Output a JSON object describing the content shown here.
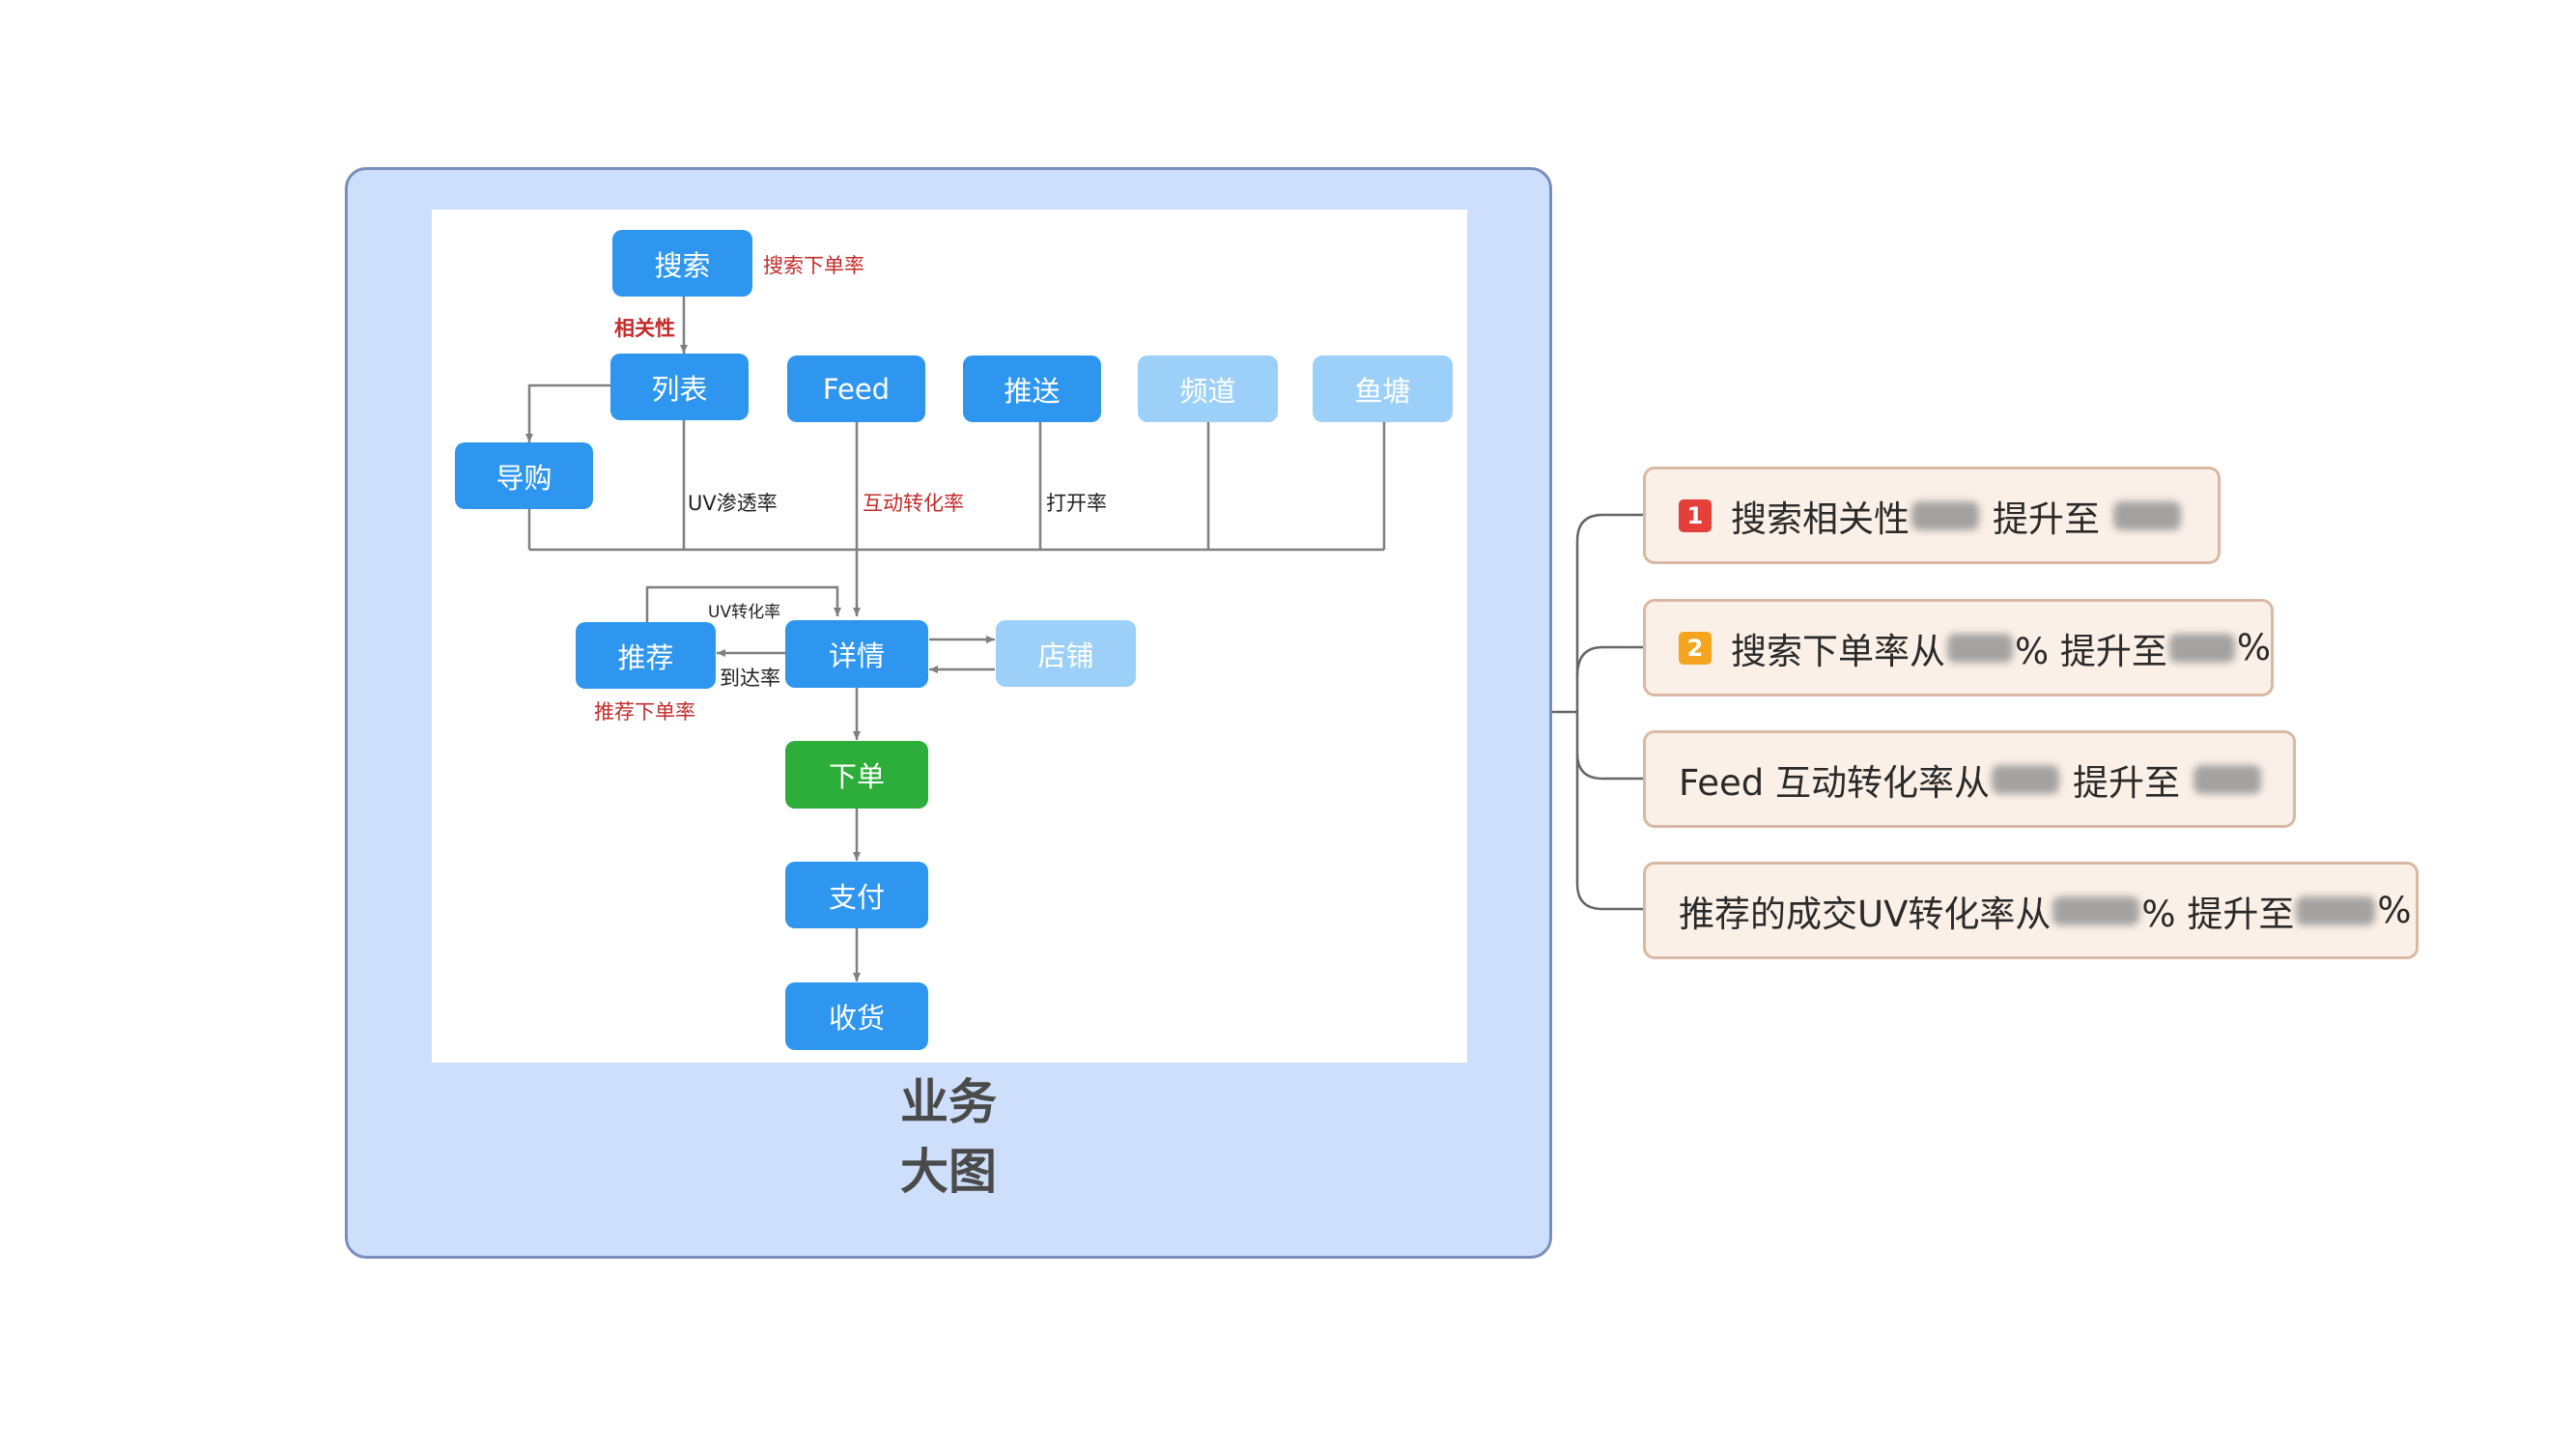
{
  "colors": {
    "card_fill": "#cddffb",
    "card_border": "#7a8ebd",
    "node_blue": "#2f96f0",
    "node_light": "#9dd0f9",
    "node_green": "#2dad3a",
    "label_red": "#c42b2b",
    "topic_fill": "#fbf0e8",
    "topic_border": "#d9b9a3",
    "connector": "#7f7f7f"
  },
  "central": {
    "title_line1": "业务",
    "title_line2": "大图"
  },
  "nodes": {
    "search": "搜索",
    "list": "列表",
    "feed": "Feed",
    "push": "推送",
    "channel": "频道",
    "fishpond": "鱼塘",
    "guide": "导购",
    "recommend": "推荐",
    "detail": "详情",
    "shop": "店铺",
    "order": "下单",
    "pay": "支付",
    "receive": "收货"
  },
  "edge_labels": {
    "search_order_rate": "搜索下单率",
    "relevance": "相关性",
    "uv_penetration": "UV渗透率",
    "interaction_conversion": "互动转化率",
    "open_rate": "打开率",
    "uv_conversion": "UV转化率",
    "reach_rate": "到达率",
    "recommend_order_rate": "推荐下单率"
  },
  "topics": [
    {
      "badge": "1",
      "badge_color": "red",
      "text_a": "搜索相关性",
      "text_b": "提升至",
      "text_c": ""
    },
    {
      "badge": "2",
      "badge_color": "orange",
      "text_a": "搜索下单率从",
      "text_b": "% 提升至",
      "text_c": "%"
    },
    {
      "badge": "",
      "badge_color": "",
      "text_a": "Feed 互动转化率从",
      "text_b": "提升至",
      "text_c": ""
    },
    {
      "badge": "",
      "badge_color": "",
      "text_a": "推荐的成交UV转化率从",
      "text_b": "% 提升至",
      "text_c": "%"
    }
  ]
}
